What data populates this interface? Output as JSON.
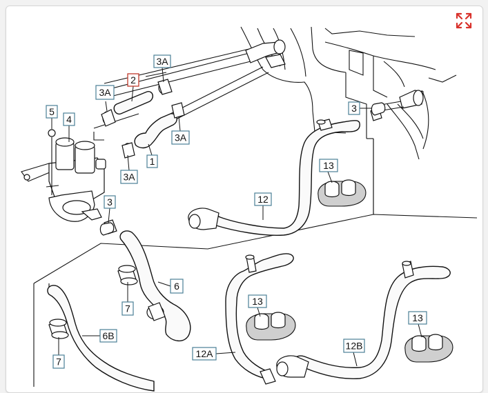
{
  "expand_icon": {
    "name": "expand-arrows-icon",
    "color": "#d9312b"
  },
  "callout_color": "#4a7f95",
  "highlight_color": "#c0392b",
  "callouts": {
    "c1": "1",
    "c2": "2",
    "c3a_top": "3A",
    "c3a_left": "3A",
    "c3a_right": "3A",
    "c3a_bottom": "3A",
    "c3_right": "3",
    "c3_pump": "3",
    "c4": "4",
    "c5": "5",
    "c6": "6",
    "c6b": "6B",
    "c7_upper": "7",
    "c7_lower": "7",
    "c12": "12",
    "c12a": "12A",
    "c12b": "12B",
    "c13_top": "13",
    "c13_mid": "13",
    "c13_right": "13"
  },
  "highlighted_callout": "2"
}
